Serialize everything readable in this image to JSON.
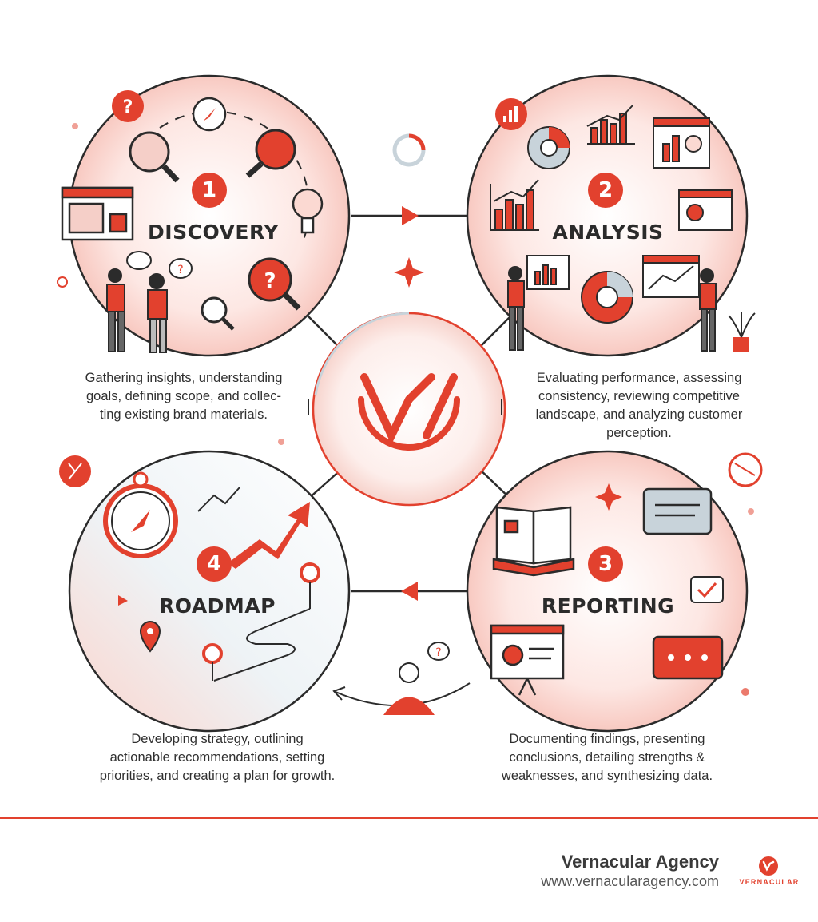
{
  "colors": {
    "accent": "#e2412e",
    "ink": "#2b2b2b",
    "soft": "#fde3df"
  },
  "stages": [
    {
      "number": "1",
      "title": "DISCOVERY",
      "description_lines": [
        "Gathering insights, understanding",
        "goals, defining scope, and collec-",
        "ting existing brand materials."
      ]
    },
    {
      "number": "2",
      "title": "ANALYSIS",
      "description_lines": [
        "Evaluating performance, assessing",
        "consistency, reviewing competitive",
        "landscape, and analyzing customer",
        "perception."
      ]
    },
    {
      "number": "3",
      "title": "REPORTING",
      "description_lines": [
        "Documenting findings, presenting",
        "conclusions, detailing strengths &",
        "weaknesses, and synthesizing data."
      ]
    },
    {
      "number": "4",
      "title": "ROADMAP",
      "description_lines": [
        "Developing strategy, outlining",
        "actionable recommendations, setting",
        "priorities, and creating a plan for growth."
      ]
    }
  ],
  "icons": [
    "question-icon",
    "magnifier-icon",
    "compass-icon",
    "lightbulb-icon",
    "browser-window-icon",
    "chart-icon",
    "pie-chart-icon",
    "presentation-board-icon",
    "book-icon",
    "chat-bubble-icon",
    "location-pin-icon",
    "growth-arrow-icon",
    "plant-icon",
    "person-icon",
    "center-logo-icon"
  ],
  "footer": {
    "company": "Vernacular Agency",
    "url": "www.vernacularagency.com",
    "brand_word": "VERNACULAR"
  }
}
